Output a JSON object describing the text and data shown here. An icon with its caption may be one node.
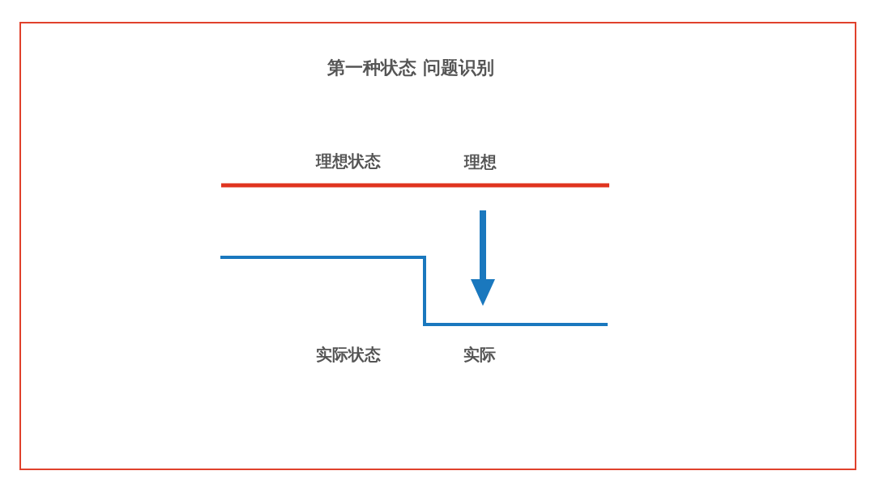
{
  "diagram": {
    "title": "第一种状态 问题识别",
    "labels": [
      "理想状态",
      "理想",
      "实际状态",
      "实际"
    ]
  }
}
